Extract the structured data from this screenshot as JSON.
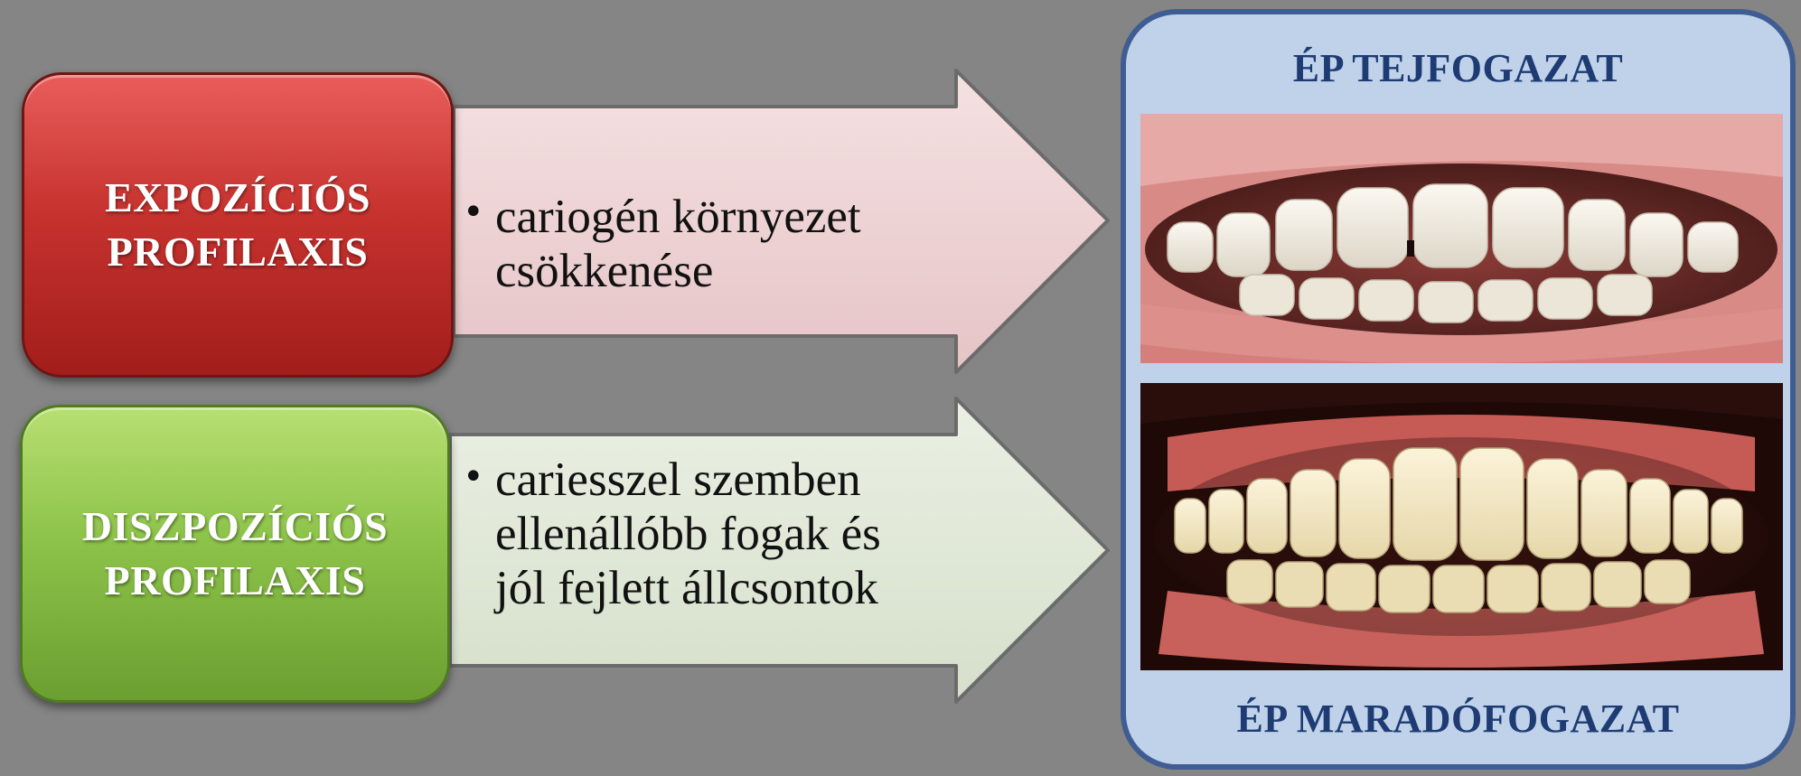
{
  "left_boxes": {
    "expo": {
      "line1": "EXPOZÍCIÓS",
      "line2": "PROFILAXIS",
      "color": "#c7332f"
    },
    "disz": {
      "line1": "DISZPOZÍCIÓS",
      "line2": "PROFILAXIS",
      "color": "#8dc34a"
    }
  },
  "arrows": {
    "expo": {
      "bullet": "•",
      "line1": "cariogén környezet",
      "line2": "csökkenése",
      "color": "#f0d5d6"
    },
    "disz": {
      "bullet": "•",
      "line1": "cariesszel szemben",
      "line2": "ellenállóbb fogak és",
      "line3": "jól fejlett állcsontok",
      "color": "#e1e8d8"
    }
  },
  "panel": {
    "top_title": "ÉP TEJFOGAZAT",
    "bottom_title": "ÉP MARADÓFOGAZAT",
    "border_color": "#3f5d92",
    "fill_color": "#bfd2ea"
  }
}
